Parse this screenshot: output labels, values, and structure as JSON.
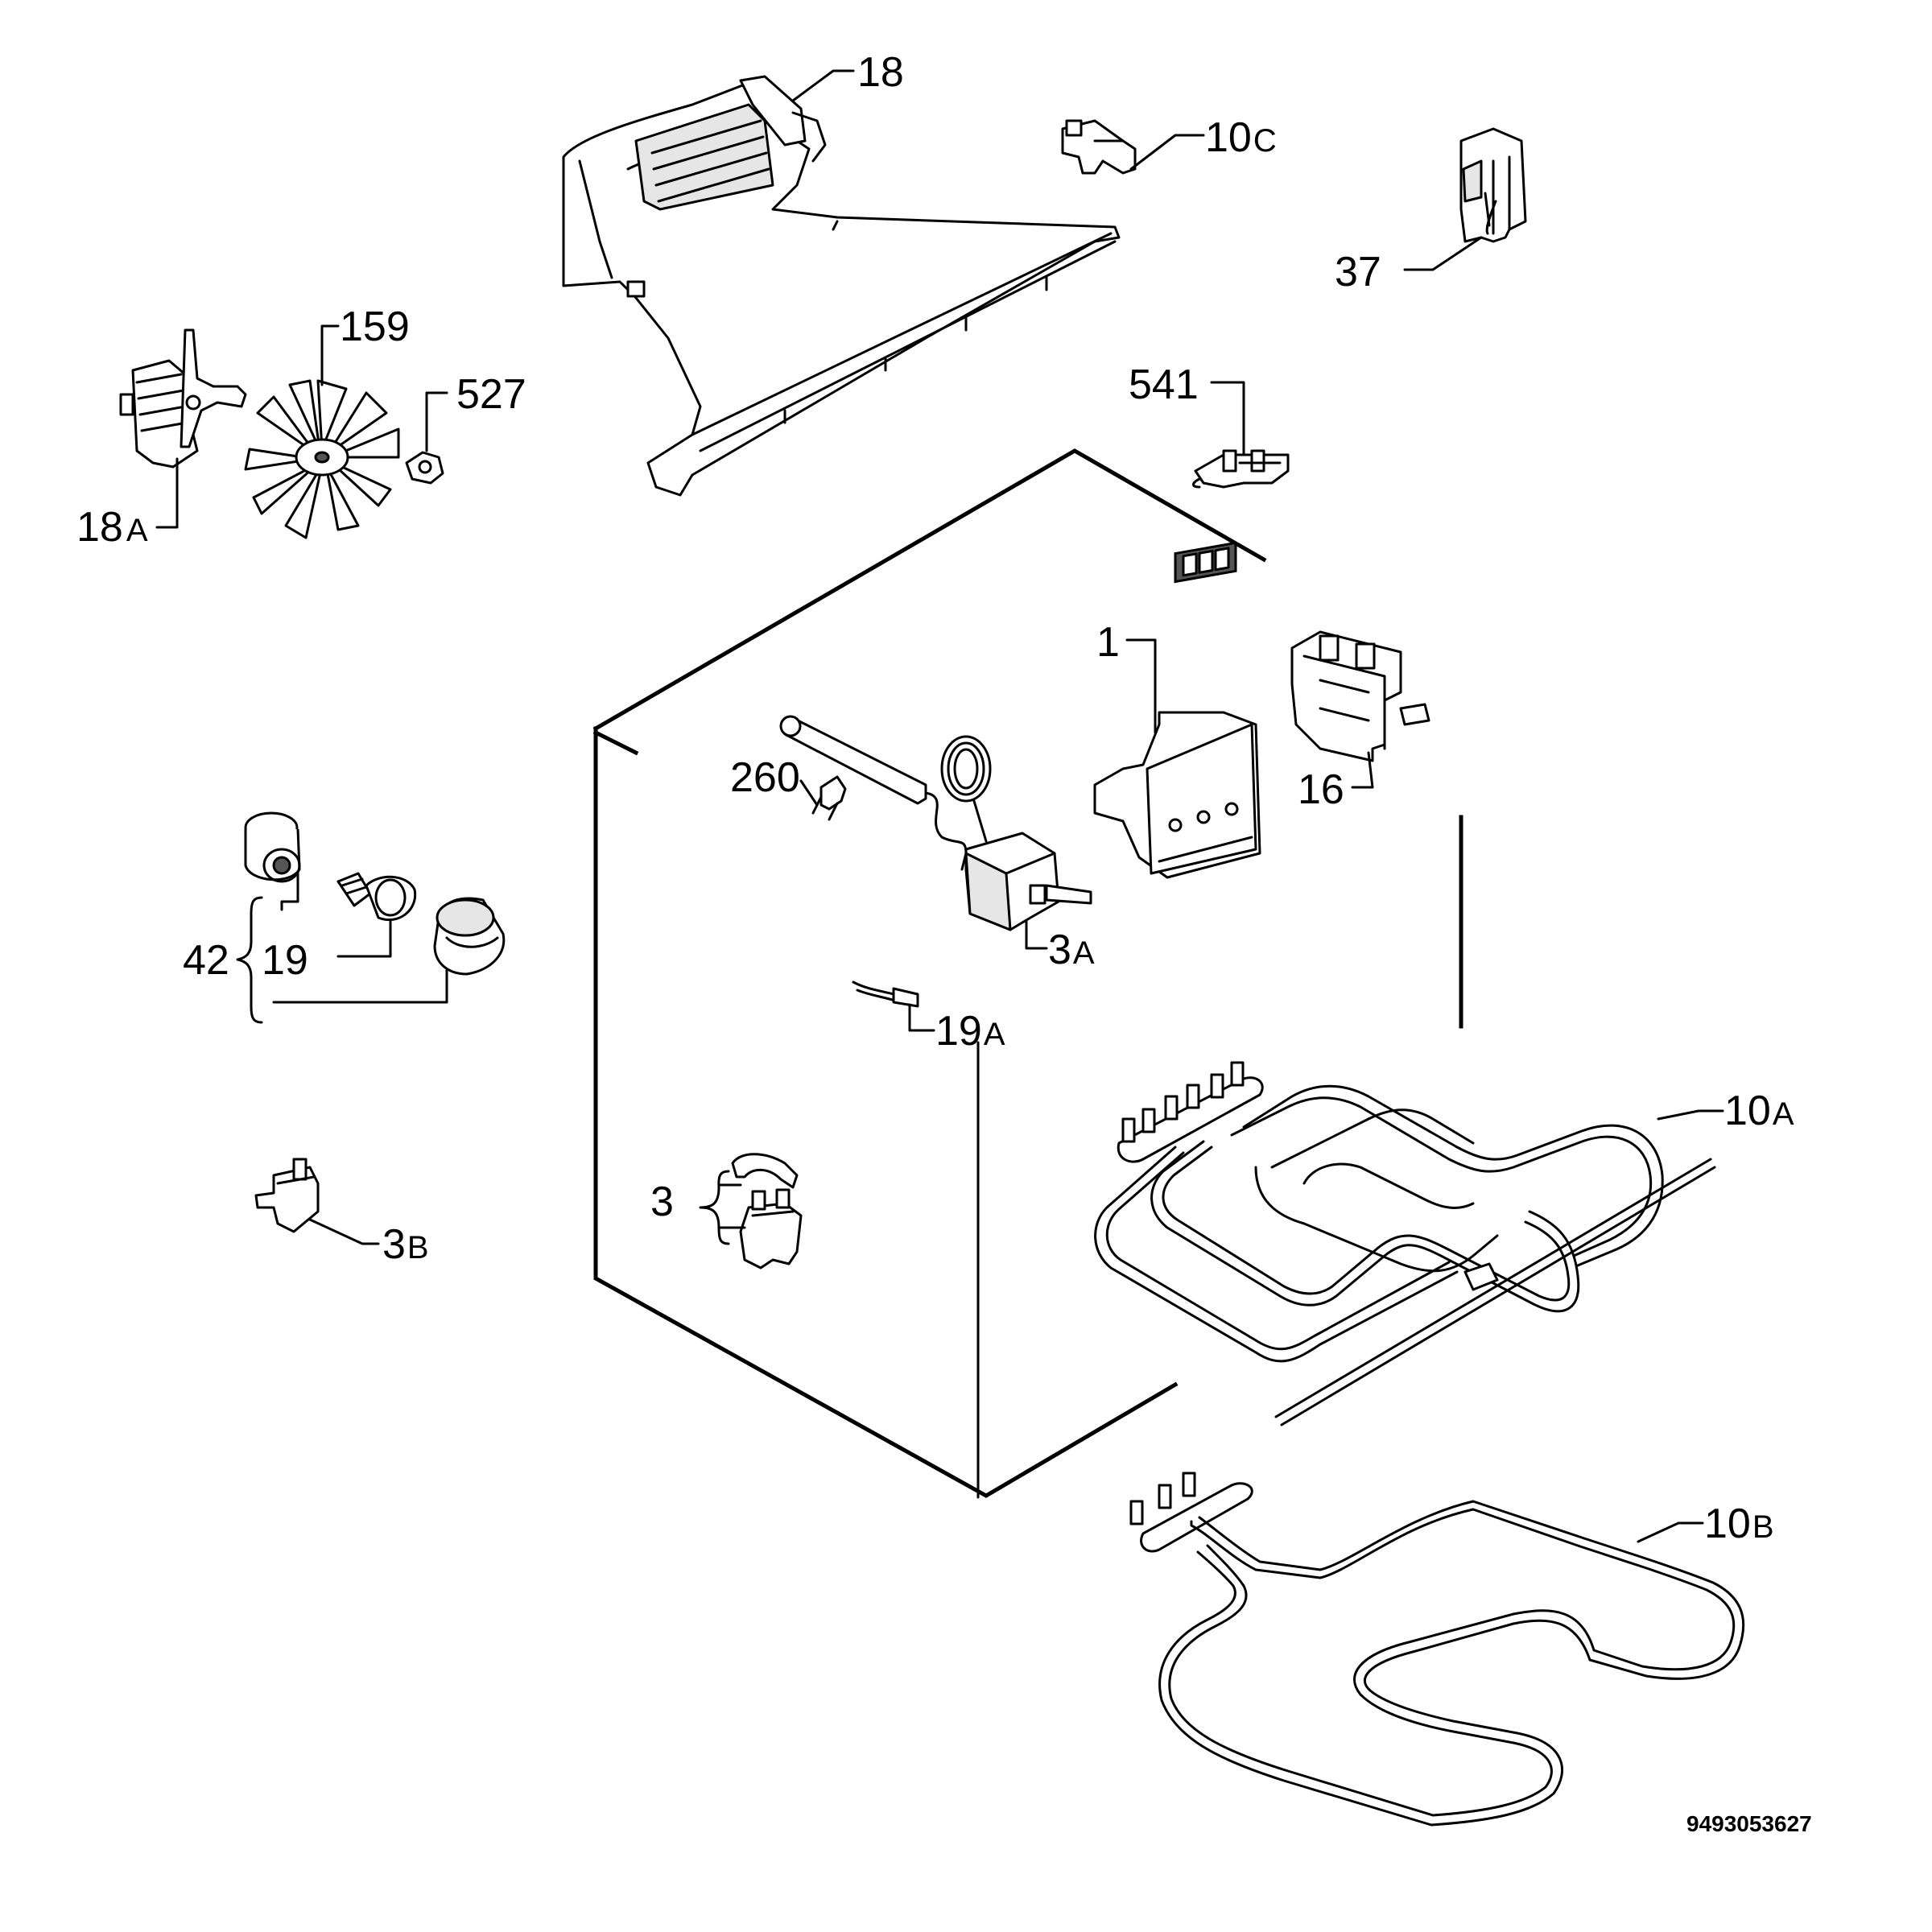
{
  "callouts": {
    "c18": "18",
    "c10c_num": "10",
    "c10c_suf": "C",
    "c37": "37",
    "c159": "159",
    "c527": "527",
    "c18a_num": "18",
    "c18a_suf": "A",
    "c541": "541",
    "c1": "1",
    "c16": "16",
    "c260": "260",
    "c3a_num": "3",
    "c3a_suf": "A",
    "c42": "42",
    "c19": "19",
    "c19a_num": "19",
    "c19a_suf": "A",
    "c10a_num": "10",
    "c10a_suf": "A",
    "c3": "3",
    "c3b_num": "3",
    "c3b_suf": "B",
    "c10b_num": "10",
    "c10b_suf": "B"
  },
  "drawing_code": "9493053627"
}
